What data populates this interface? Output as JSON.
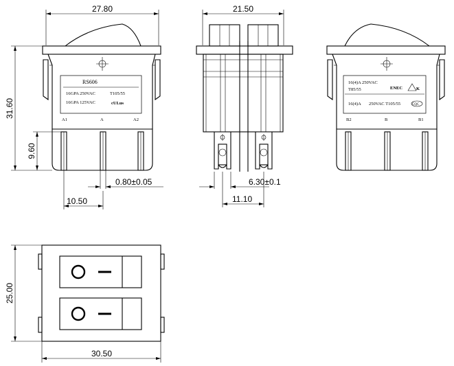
{
  "dimensions": {
    "front_width": "27.80",
    "height_total": "31.60",
    "terminal_height": "9.60",
    "terminal_thickness": "0.80±0.05",
    "terminal_pitch": "10.50",
    "side_width": "21.50",
    "terminal_width": "6.30±0.1",
    "side_pitch": "11.10",
    "bottom_height": "25.00",
    "bottom_width": "30.50"
  },
  "front_label": {
    "model": "RS606",
    "line1_left": "16GPA  250VAC",
    "line1_right": "T105/55",
    "line2_left": "16GPA  125VAC",
    "cert": "cULus",
    "pins": [
      "A1",
      "A",
      "A2"
    ]
  },
  "back_label": {
    "line1": "16(4)A  250VAC",
    "line2": "T85/55",
    "line3_left": "16(4)A",
    "line3_mid": "250VAC  T105/55",
    "cert1": "ENEC",
    "cert2": "CQC",
    "pins": [
      "B2",
      "B",
      "B1"
    ]
  },
  "rocker_symbols": {
    "on": "—",
    "off": "O"
  }
}
